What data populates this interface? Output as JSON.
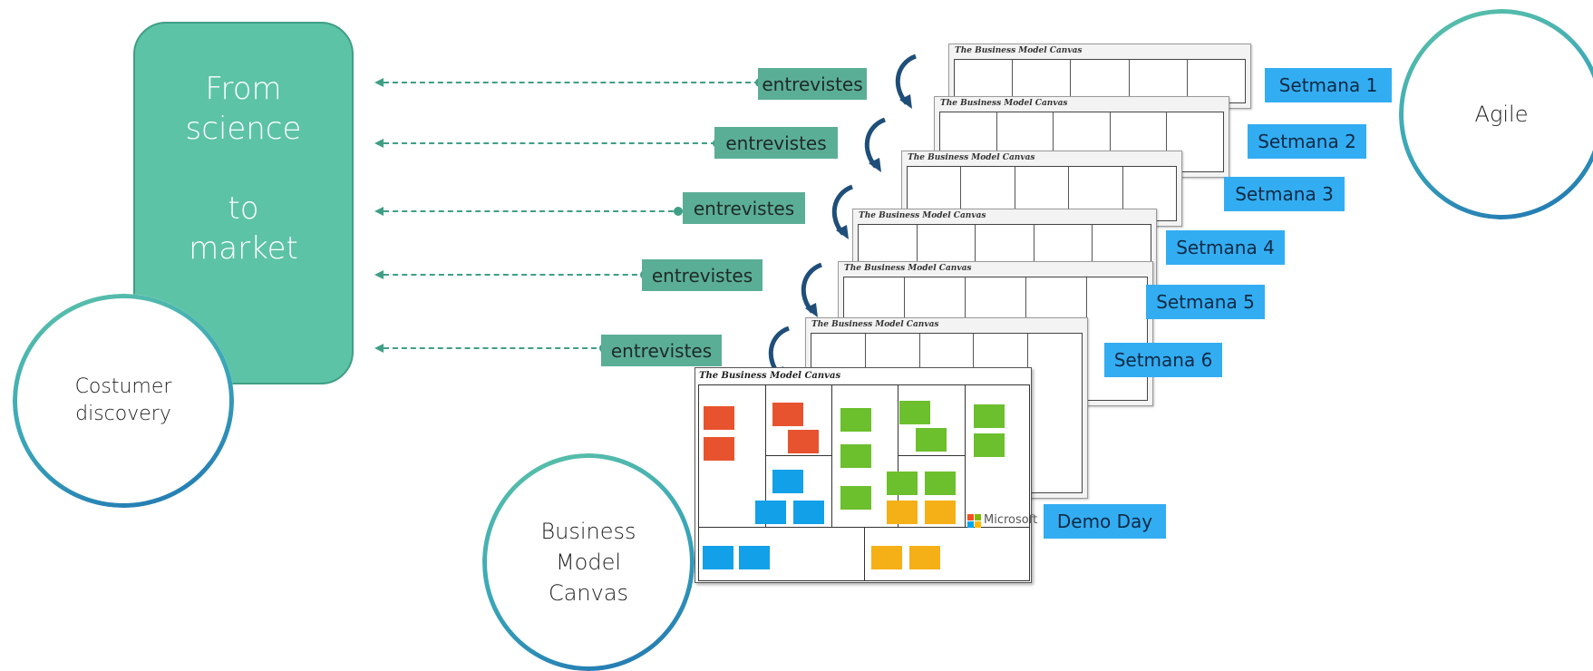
{
  "main_box": {
    "lines": [
      "From",
      "science",
      "",
      "to",
      "market"
    ]
  },
  "circles": {
    "customer": "Costumer\ndiscovery",
    "agile": "Agile",
    "bmc": "Business\nModel\nCanvas"
  },
  "interviews": [
    "entrevistes",
    "entrevistes",
    "entrevistes",
    "entrevistes",
    "entrevistes"
  ],
  "weeks": [
    "Setmana 1",
    "Setmana 2",
    "Setmana 3",
    "Setmana 4",
    "Setmana 5",
    "Setmana 6"
  ],
  "demo_day": "Demo Day",
  "canvas_title": "The Business Model Canvas",
  "microsoft_label": "Microsoft",
  "colors": {
    "green": "#5dc3a6",
    "tag_green": "#5bae96",
    "blue": "#33adf2",
    "arrow": "#1f4e79"
  }
}
